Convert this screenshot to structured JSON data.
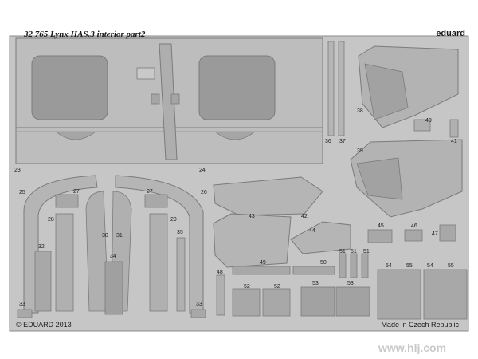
{
  "header": {
    "title": "32 765  Lynx HAS.3 interior  part2",
    "brand": "eduard"
  },
  "footer": {
    "copyright": "© EDUARD 2013",
    "made_in": "Made in Czech Republic"
  },
  "watermark": "www.hlj.com",
  "part_numbers": [
    "23",
    "24",
    "25",
    "26",
    "27",
    "27",
    "28",
    "29",
    "30",
    "31",
    "32",
    "33",
    "33",
    "34",
    "35",
    "36",
    "37",
    "38",
    "39",
    "40",
    "41",
    "42",
    "43",
    "44",
    "45",
    "46",
    "47",
    "48",
    "49",
    "50",
    "51",
    "51",
    "51",
    "52",
    "52",
    "53",
    "53",
    "54",
    "54",
    "55",
    "55"
  ],
  "colors": {
    "fret": "#c8c8c8",
    "fret_edge": "#8a8a8a",
    "part": "#b9b9b9",
    "window": "#999999",
    "etch_line": "#7b7b7b"
  }
}
